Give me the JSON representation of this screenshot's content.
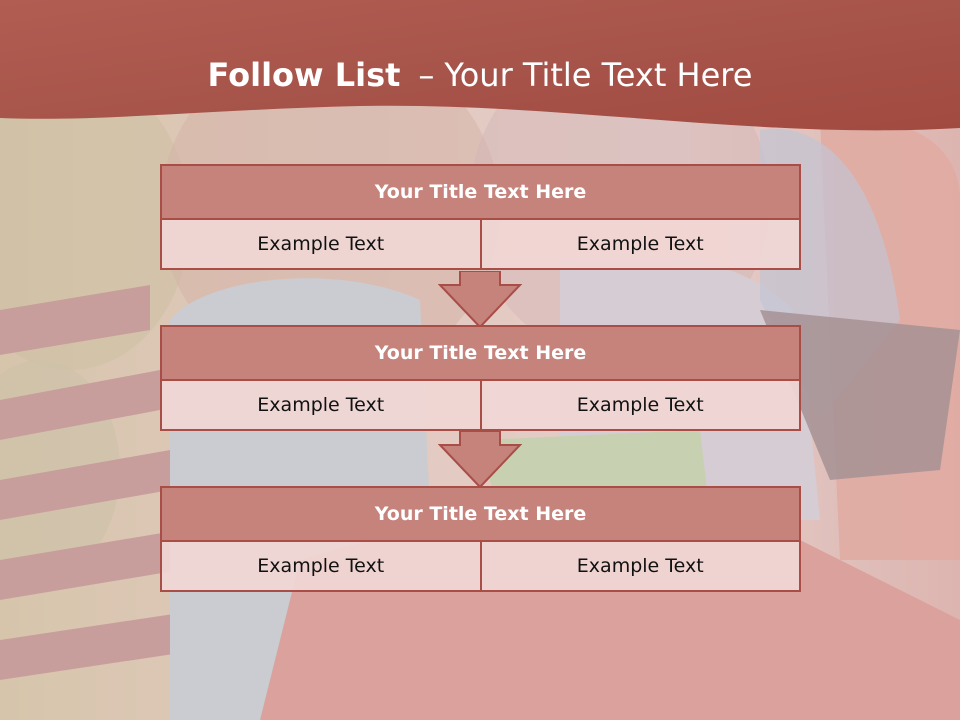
{
  "header": {
    "title_bold": "Follow List",
    "title_dash": "–",
    "title_rest": "Your Title Text Here"
  },
  "blocks": [
    {
      "title": "Your Title Text Here",
      "cells": [
        "Example Text",
        "Example Text"
      ]
    },
    {
      "title": "Your Title Text Here",
      "cells": [
        "Example Text",
        "Example Text"
      ]
    },
    {
      "title": "Your Title Text Here",
      "cells": [
        "Example Text",
        "Example Text"
      ]
    }
  ],
  "colors": {
    "banner": "#a64f45",
    "block_title_fill": "#c5837c",
    "block_border": "#a84e47",
    "cell_fill": "#f1d7d5",
    "arrow_fill": "#c5837c"
  }
}
